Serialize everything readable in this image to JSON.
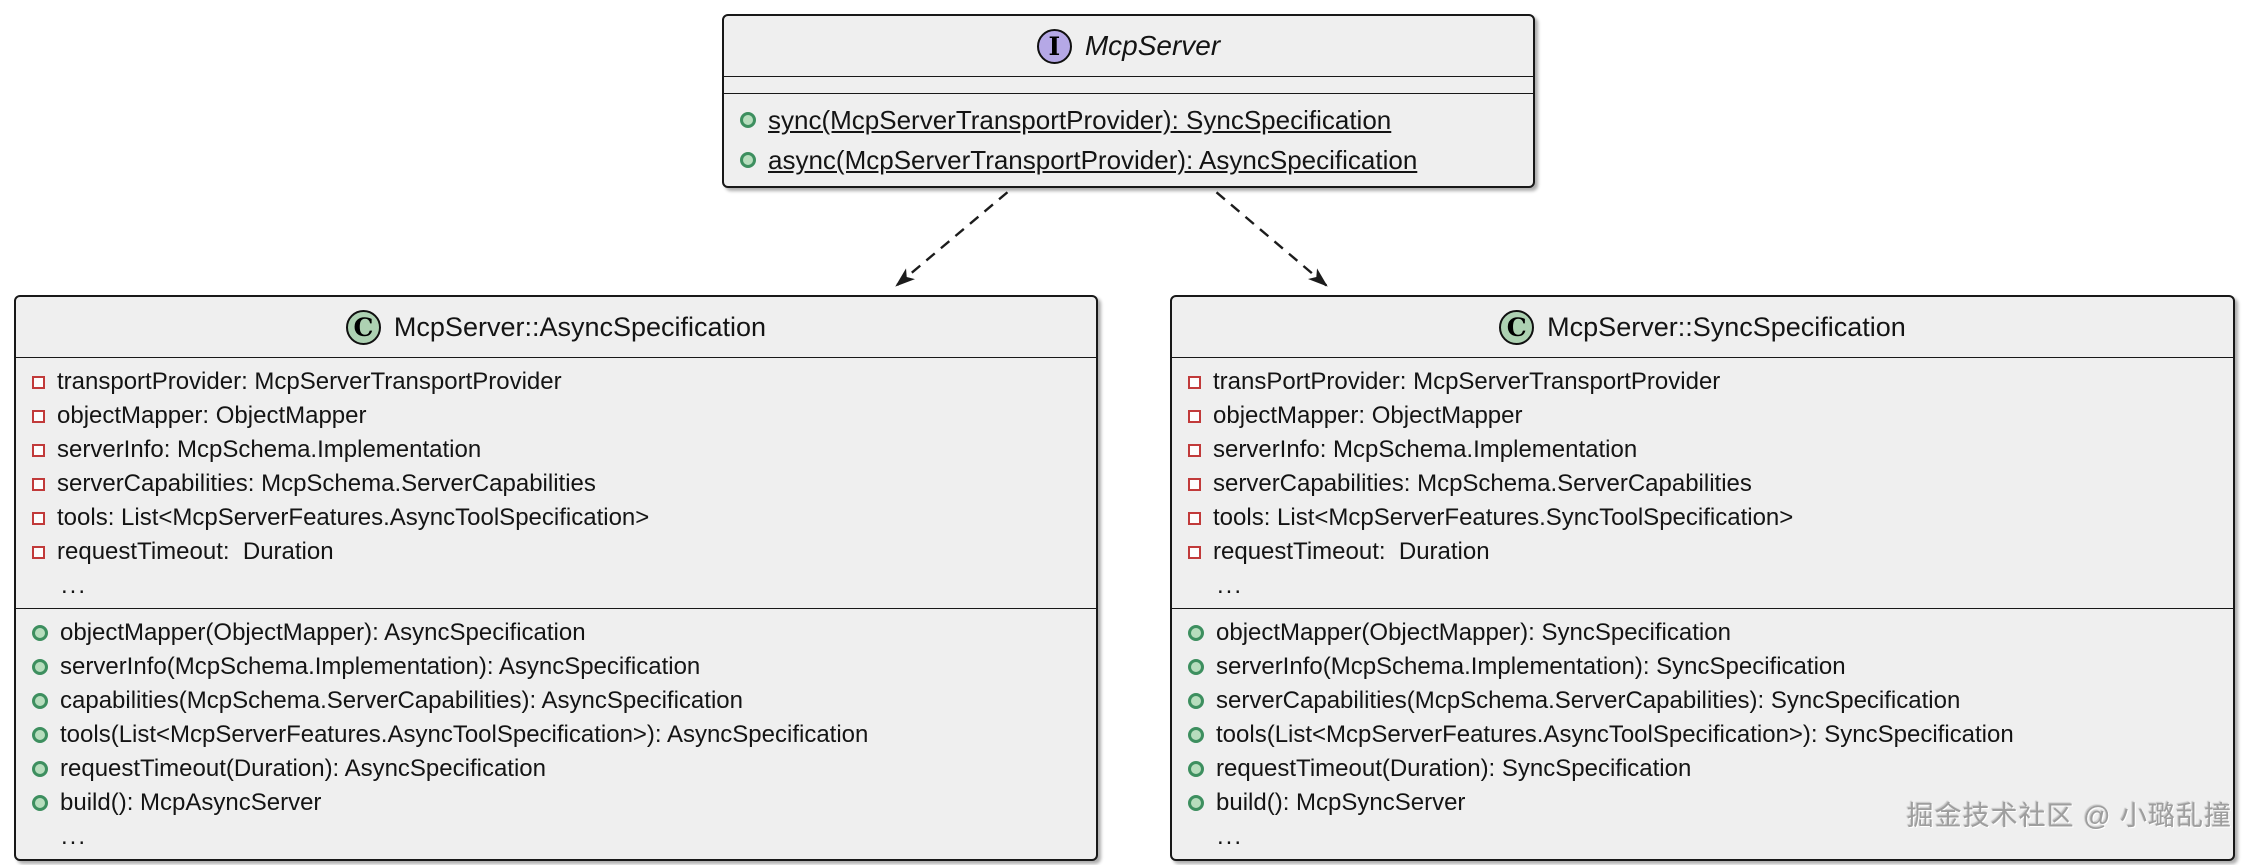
{
  "colors": {
    "box_fill": "#efefef",
    "box_border": "#181818",
    "text": "#141414",
    "interface_icon_fill": "#b5a8e6",
    "class_icon_fill": "#add1b2",
    "field_icon_border": "#c13a3a",
    "method_icon_border": "#3d8f5f",
    "method_icon_fill": "#b7ddbd",
    "arrow": "#1c1c1c",
    "watermark_color": "#9e9e9e"
  },
  "interface_box": {
    "stereotype_letter": "I",
    "title": "McpServer",
    "methods": [
      "sync(McpServerTransportProvider): SyncSpecification",
      "async(McpServerTransportProvider): AsyncSpecification"
    ]
  },
  "async_box": {
    "stereotype_letter": "C",
    "title": "McpServer::AsyncSpecification",
    "fields": [
      "transportProvider: McpServerTransportProvider",
      "objectMapper: ObjectMapper",
      "serverInfo: McpSchema.Implementation",
      "serverCapabilities: McpSchema.ServerCapabilities",
      "tools: List<McpServerFeatures.AsyncToolSpecification>",
      "requestTimeout:  Duration"
    ],
    "fields_ellipsis": "...",
    "methods": [
      "objectMapper(ObjectMapper): AsyncSpecification",
      "serverInfo(McpSchema.Implementation): AsyncSpecification",
      "capabilities(McpSchema.ServerCapabilities): AsyncSpecification",
      "tools(List<McpServerFeatures.AsyncToolSpecification>): AsyncSpecification",
      "requestTimeout(Duration): AsyncSpecification",
      "build(): McpAsyncServer"
    ],
    "methods_ellipsis": "..."
  },
  "sync_box": {
    "stereotype_letter": "C",
    "title": "McpServer::SyncSpecification",
    "fields": [
      "transPortProvider: McpServerTransportProvider",
      "objectMapper: ObjectMapper",
      "serverInfo: McpSchema.Implementation",
      "serverCapabilities: McpSchema.ServerCapabilities",
      "tools: List<McpServerFeatures.SyncToolSpecification>",
      "requestTimeout:  Duration"
    ],
    "fields_ellipsis": "...",
    "methods": [
      "objectMapper(ObjectMapper): SyncSpecification",
      "serverInfo(McpSchema.Implementation): SyncSpecification",
      "serverCapabilities(McpSchema.ServerCapabilities): SyncSpecification",
      "tools(List<McpServerFeatures.AsyncToolSpecification>): SyncSpecification",
      "requestTimeout(Duration): SyncSpecification",
      "build(): McpSyncServer"
    ],
    "methods_ellipsis": "..."
  },
  "watermark": "掘金技术社区 @ 小璐乱撞"
}
